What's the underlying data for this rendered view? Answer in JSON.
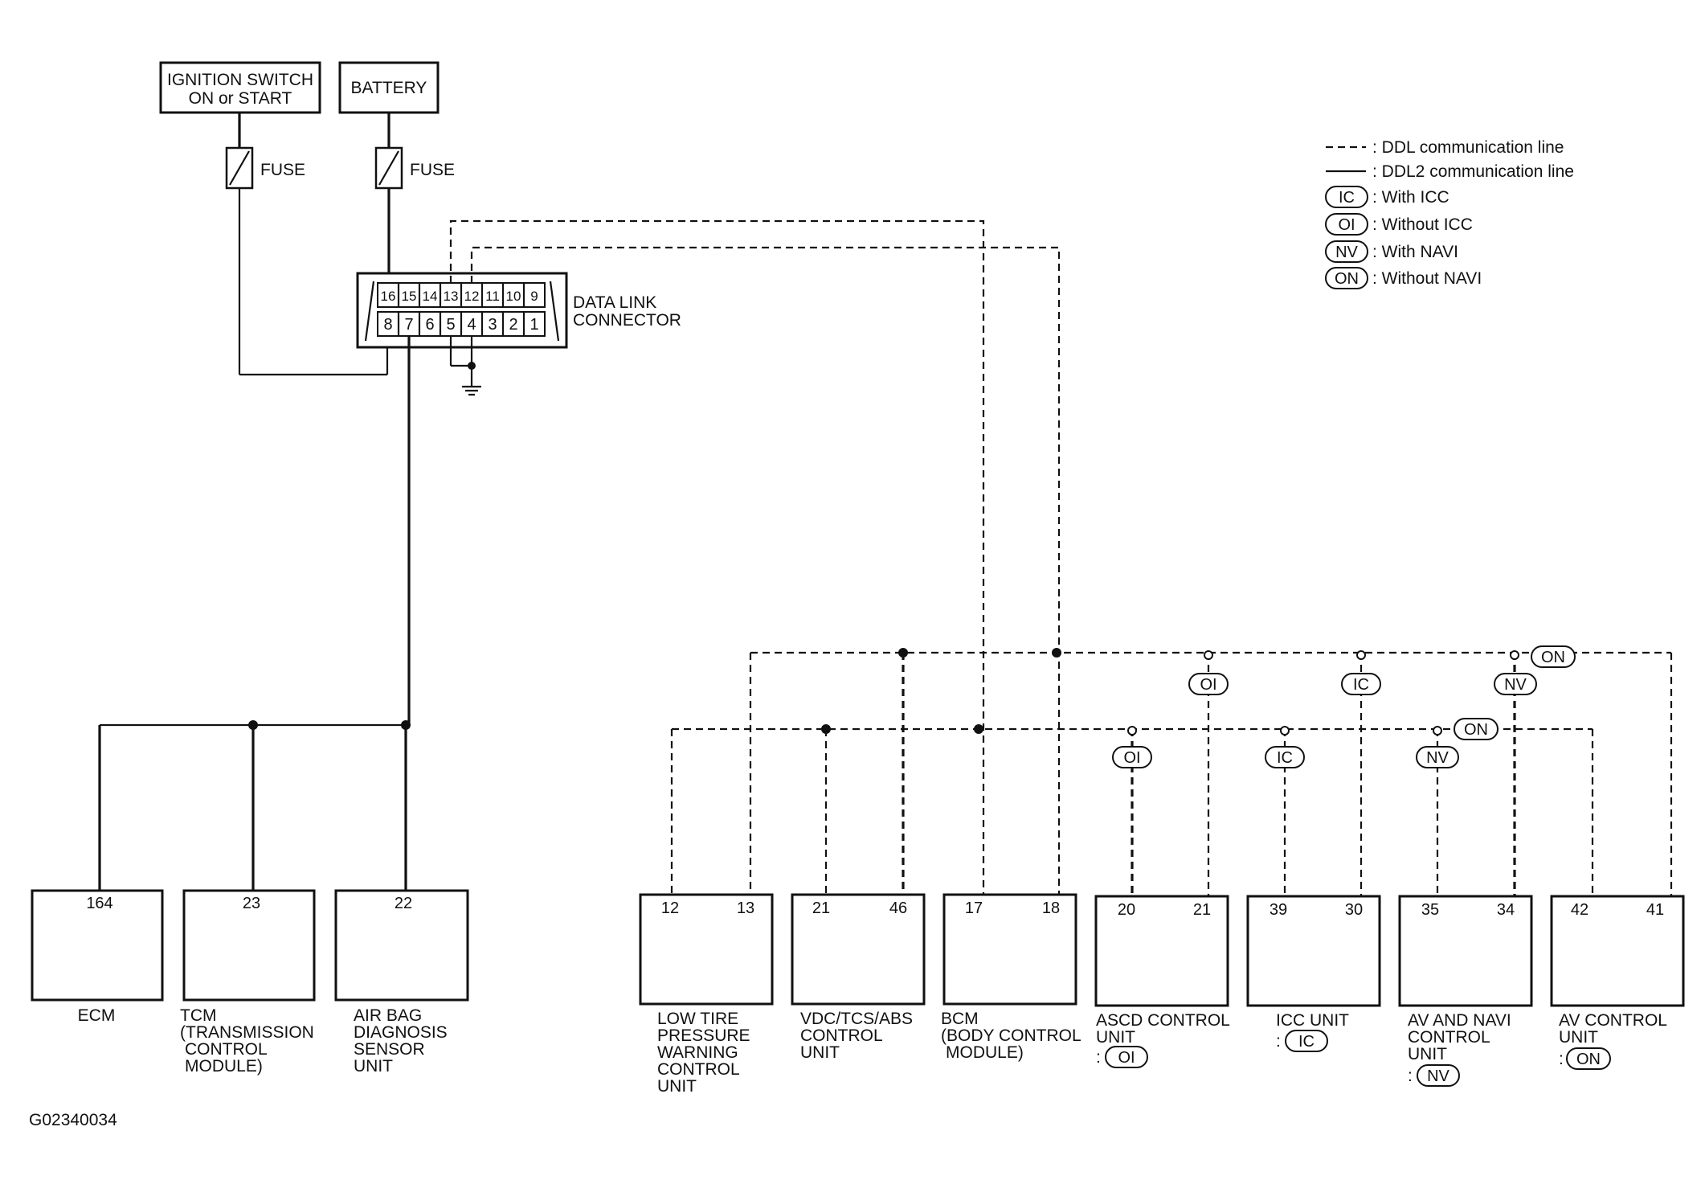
{
  "power": {
    "ignition_line1": "IGNITION SWITCH",
    "ignition_line2": "ON or START",
    "battery": "BATTERY",
    "fuse_label": "FUSE"
  },
  "dlc": {
    "label_line1": "DATA LINK",
    "label_line2": "CONNECTOR",
    "top_row": [
      "16",
      "15",
      "14",
      "13",
      "12",
      "11",
      "10",
      "9"
    ],
    "bottom_row": [
      "8",
      "7",
      "6",
      "5",
      "4",
      "3",
      "2",
      "1"
    ]
  },
  "legend": {
    "ddl": ": DDL communication line",
    "ddl2": ": DDL2 communication line",
    "ic": "IC",
    "ic_text": ": With ICC",
    "oi": "OI",
    "oi_text": ": Without ICC",
    "nv": "NV",
    "nv_text": ": With NAVI",
    "on": "ON",
    "on_text": ": Without NAVI"
  },
  "tags": {
    "ic": "IC",
    "oi": "OI",
    "nv": "NV",
    "on": "ON"
  },
  "units": {
    "ecm": {
      "pin": "164",
      "name": "ECM"
    },
    "tcm": {
      "pin": "23",
      "name1": "TCM",
      "name2": "(TRANSMISSION",
      "name3": "CONTROL",
      "name4": "MODULE)"
    },
    "airbag": {
      "pin": "22",
      "name1": "AIR BAG",
      "name2": "DIAGNOSIS",
      "name3": "SENSOR",
      "name4": "UNIT"
    },
    "ltpw": {
      "pin_a": "12",
      "pin_b": "13",
      "name1": "LOW TIRE",
      "name2": "PRESSURE",
      "name3": "WARNING",
      "name4": "CONTROL",
      "name5": "UNIT"
    },
    "vdc": {
      "pin_a": "21",
      "pin_b": "46",
      "name1": "VDC/TCS/ABS",
      "name2": "CONTROL",
      "name3": "UNIT"
    },
    "bcm": {
      "pin_a": "17",
      "pin_b": "18",
      "name1": "BCM",
      "name2": "(BODY CONTROL",
      "name3": "MODULE)"
    },
    "ascd": {
      "pin_a": "20",
      "pin_b": "21",
      "name1": "ASCD CONTROL",
      "name2": "UNIT",
      "prefix": ":"
    },
    "icc": {
      "pin_a": "39",
      "pin_b": "30",
      "name1": "ICC UNIT",
      "prefix": ":"
    },
    "avnavi": {
      "pin_a": "35",
      "pin_b": "34",
      "name1": "AV AND NAVI",
      "name2": "CONTROL",
      "name3": "UNIT",
      "prefix": ":"
    },
    "av": {
      "pin_a": "42",
      "pin_b": "41",
      "name1": "AV CONTROL",
      "name2": "UNIT",
      "prefix": ":"
    }
  },
  "figure_id": "G02340034"
}
